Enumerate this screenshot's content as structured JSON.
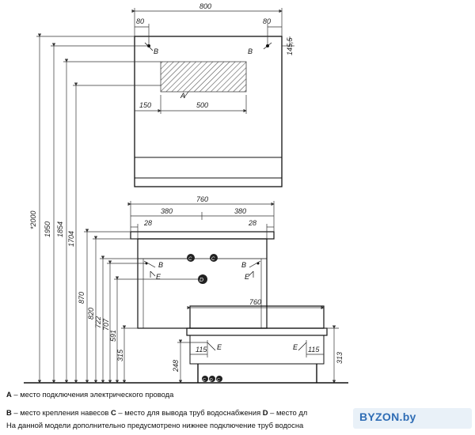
{
  "dimensions": {
    "mirror_width": "800",
    "mirror_offset_left": "80",
    "mirror_offset_right": "80",
    "mirror_top_gap": "145,5",
    "mirror_offset_a": "150",
    "mirror_a_width": "500",
    "cabinet_width": "760",
    "cabinet_half_left": "380",
    "cabinet_half_right": "380",
    "cabinet_edge_left": "28",
    "cabinet_edge_right": "28",
    "bench_width": "760",
    "bench_e_left": "115",
    "bench_e_right": "115",
    "bench_height_313": "313",
    "h_2000": "*2000",
    "h_1950": "1950",
    "h_1854": "1854",
    "h_1704": "1704",
    "h_870": "870",
    "h_820": "820",
    "h_722": "722",
    "h_707": "707",
    "h_591": "591",
    "h_315": "315",
    "h_248": "248"
  },
  "markers": {
    "a": "A",
    "b": "B",
    "c": "C",
    "d": "D",
    "e": "E"
  },
  "legend": {
    "line1": {
      "key": "A",
      "text": " – место подключения электрического провода"
    },
    "line2": {
      "key1": "B",
      "text1": " – место крепления навесов ",
      "key2": "C",
      "text2": " – место для вывода труб водоснабжения  ",
      "key3": "D",
      "text3": " – место дл"
    },
    "line3": {
      "text": "На данной модели дополнительно предусмотрено нижнее подключение труб водосна"
    }
  },
  "watermark": "BYZON.by"
}
